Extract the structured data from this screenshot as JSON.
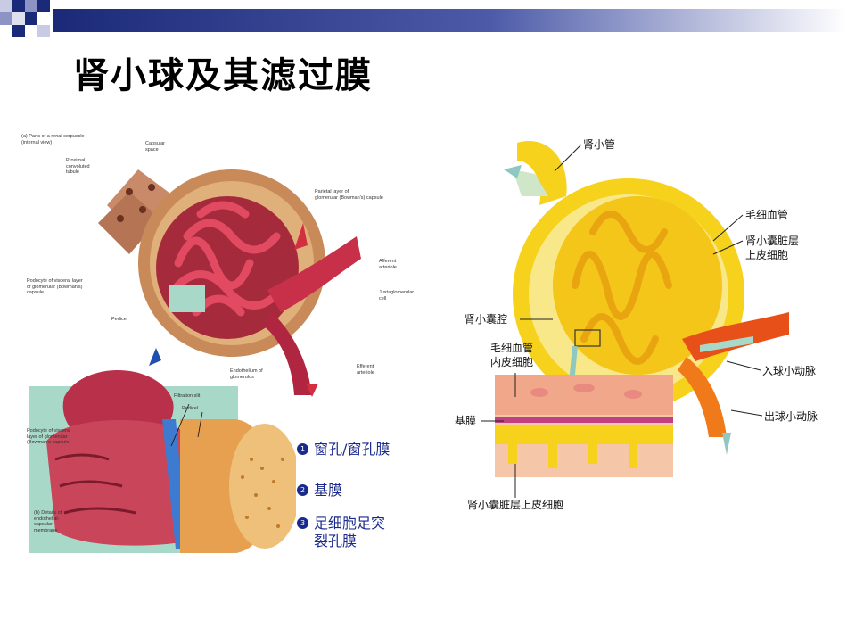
{
  "title": "肾小球及其滤过膜",
  "left_figure": {
    "caption_a": "(a) Parts of a renal corpuscle\n(internal view)",
    "caption_b": "(b) Details of\nendothelial-\ncapsular\nmembrane",
    "labels": {
      "capsular_space": "Capsular\nspace",
      "proximal_tubule": "Proximal\nconvoluted\ntubule",
      "parietal_layer": "Parietal layer of\nglomerular (Bowman's) capsule",
      "afferent": "Afferent\narteriole",
      "juxtaglomerular": "Juxtaglomerular\ncell",
      "podocyte_a": "Podocyte of visceral layer\nof glomerular (Bowman's)\ncapsule",
      "pedicel_a": "Pedicel",
      "endothelium": "Endothelium of\nglomerulus",
      "efferent": "Efferent\narteriole",
      "filtration_slit": "Filtration slit",
      "pedicel_b": "Pedicel",
      "podocyte_b": "Podocyte of visceral\nlayer of glomerular\n(Bowman's capsule"
    },
    "legend": [
      {
        "num": "1",
        "text": "窗孔/窗孔膜"
      },
      {
        "num": "2",
        "text": "基膜"
      },
      {
        "num": "3",
        "text": "足细胞足突\n裂孔膜"
      }
    ]
  },
  "right_figure": {
    "labels": {
      "tubule": "肾小管",
      "capillary": "毛细血管",
      "visceral_epi": "肾小囊脏层\n上皮细胞",
      "capsule_cavity": "肾小囊腔",
      "endothelium": "毛细血管\n内皮细胞",
      "basement": "基膜",
      "afferent": "入球小动脉",
      "efferent": "出球小动脉",
      "bottom": "肾小囊脏层上皮细胞"
    }
  },
  "colors": {
    "bar_dark": "#1b2a78",
    "legend_blue": "#1a2a8c",
    "tissue_red": "#b8203c",
    "yellow": "#f6d21c"
  }
}
